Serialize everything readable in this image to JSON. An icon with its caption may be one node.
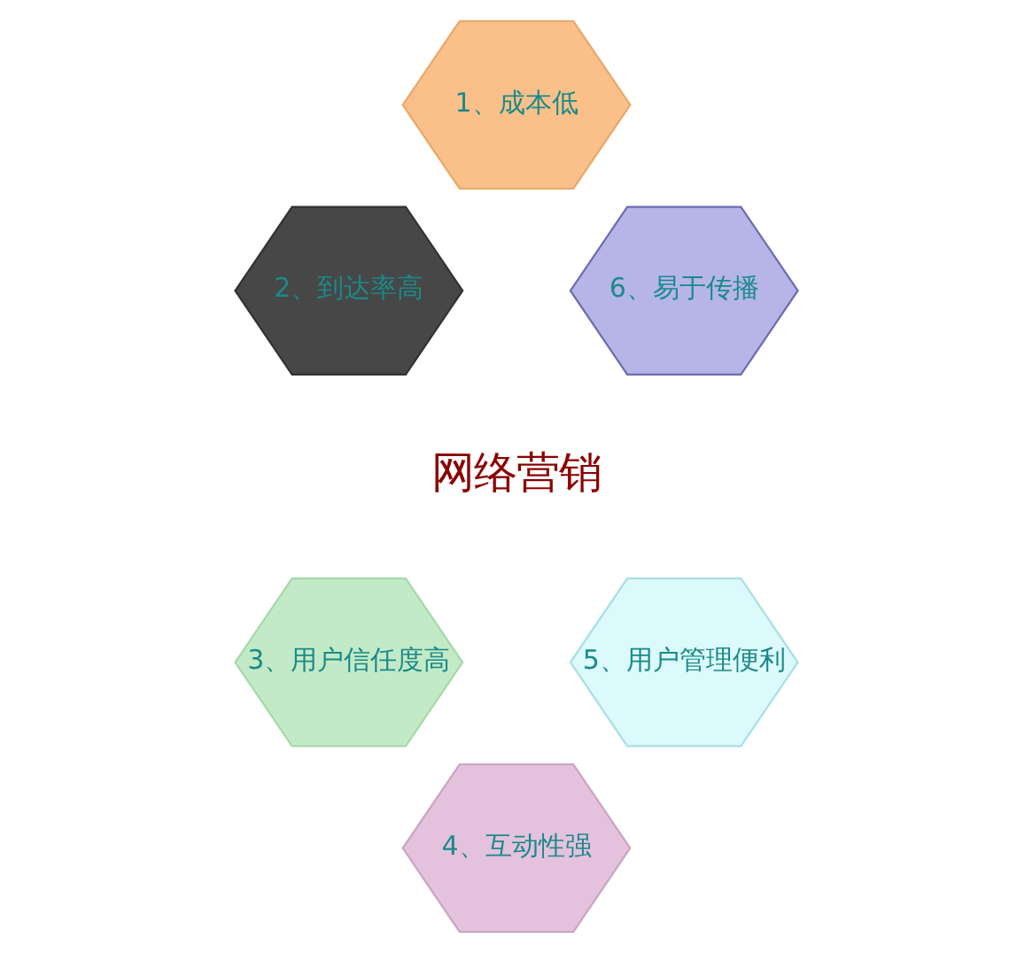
{
  "diagram": {
    "nodes": [
      {
        "text": [
          "1、成本低"
        ]
      },
      {
        "text": [
          "2、到达率高"
        ]
      },
      {
        "text": [
          "3、用户信任度高"
        ]
      },
      {
        "text": [
          "4、互动性强"
        ]
      },
      {
        "text": [
          "5、用户管理便利"
        ]
      },
      {
        "text": [
          "6、易于传播"
        ]
      }
    ],
    "edges": [],
    "labels": [
      "网络营销"
    ]
  }
}
